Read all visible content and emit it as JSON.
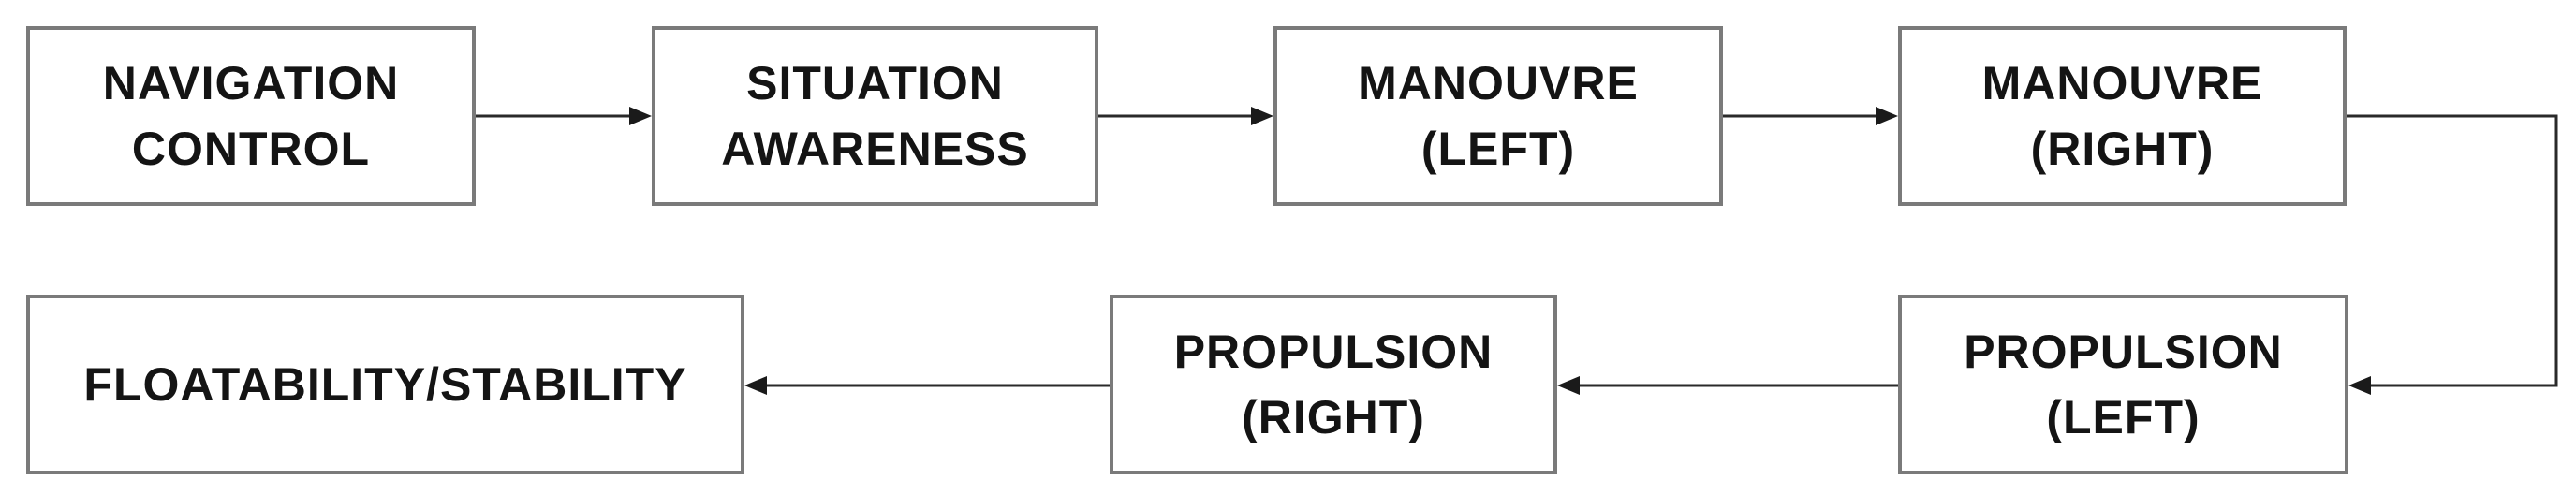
{
  "nodes": {
    "navigation_control": "NAVIGATION\nCONTROL",
    "situation_awareness": "SITUATION\nAWARENESS",
    "manouvre_left": "MANOUVRE\n(LEFT)",
    "manouvre_right": "MANOUVRE\n(RIGHT)",
    "propulsion_left": "PROPULSION\n(LEFT)",
    "propulsion_right": "PROPULSION\n(RIGHT)",
    "floatability_stability": "FLOATABILITY/STABILITY"
  },
  "edges": [
    {
      "from": "NAVIGATION CONTROL",
      "to": "SITUATION AWARENESS"
    },
    {
      "from": "SITUATION AWARENESS",
      "to": "MANOUVRE (LEFT)"
    },
    {
      "from": "MANOUVRE (LEFT)",
      "to": "MANOUVRE (RIGHT)"
    },
    {
      "from": "MANOUVRE (RIGHT)",
      "to": "PROPULSION (LEFT)"
    },
    {
      "from": "PROPULSION (LEFT)",
      "to": "PROPULSION (RIGHT)"
    },
    {
      "from": "PROPULSION (RIGHT)",
      "to": "FLOATABILITY/STABILITY"
    }
  ]
}
